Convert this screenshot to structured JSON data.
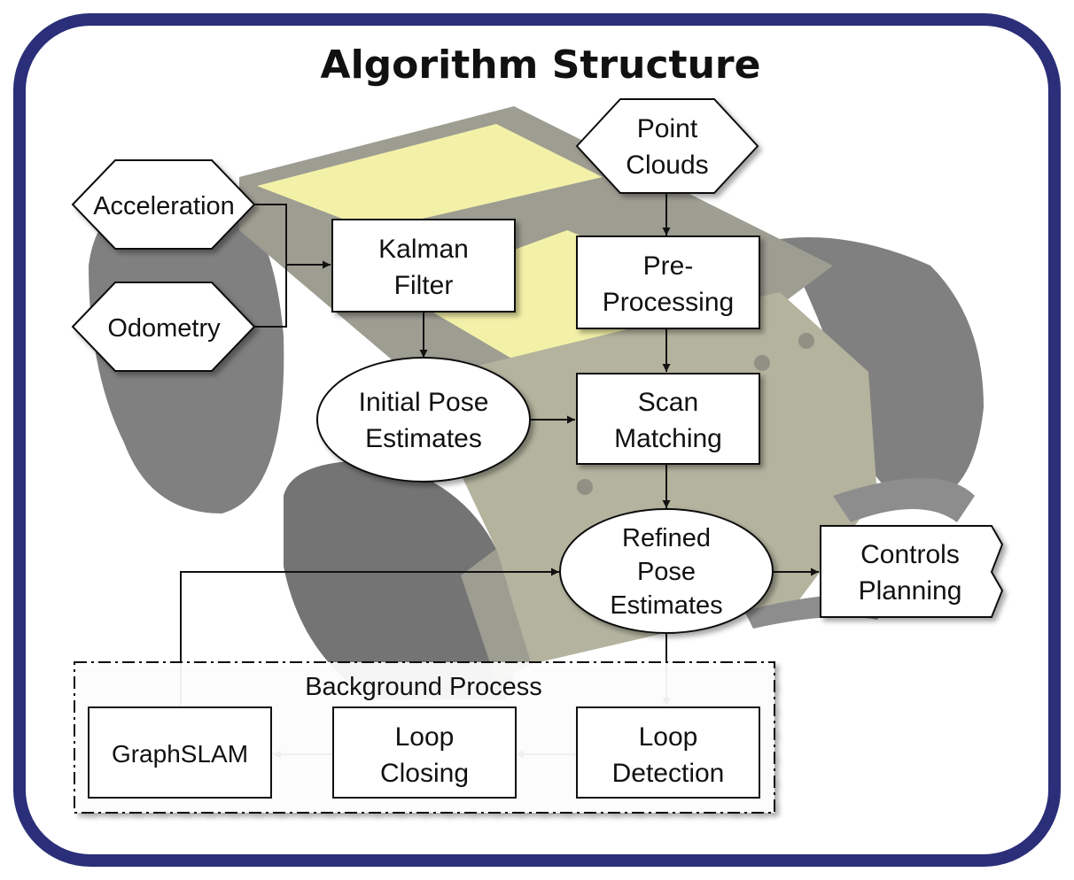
{
  "title": "Algorithm Structure",
  "colors": {
    "frame": "#2b2e78",
    "robot_body": "#9a9a88",
    "robot_panel": "#f2ef9a",
    "robot_wheel": "#5f5f5f"
  },
  "nodes": {
    "point_clouds": [
      "Point",
      "Clouds"
    ],
    "acceleration": [
      "Acceleration"
    ],
    "odometry": [
      "Odometry"
    ],
    "kalman_filter": [
      "Kalman",
      "Filter"
    ],
    "pre_processing": [
      "Pre-",
      "Processing"
    ],
    "initial_pose": [
      "Initial Pose",
      "Estimates"
    ],
    "scan_matching": [
      "Scan",
      "Matching"
    ],
    "refined_pose": [
      "Refined",
      "Pose",
      "Estimates"
    ],
    "controls_planning": [
      "Controls",
      "Planning"
    ],
    "background_label": "Background Process",
    "graphslam": [
      "GraphSLAM"
    ],
    "loop_closing": [
      "Loop",
      "Closing"
    ],
    "loop_detection": [
      "Loop",
      "Detection"
    ]
  }
}
